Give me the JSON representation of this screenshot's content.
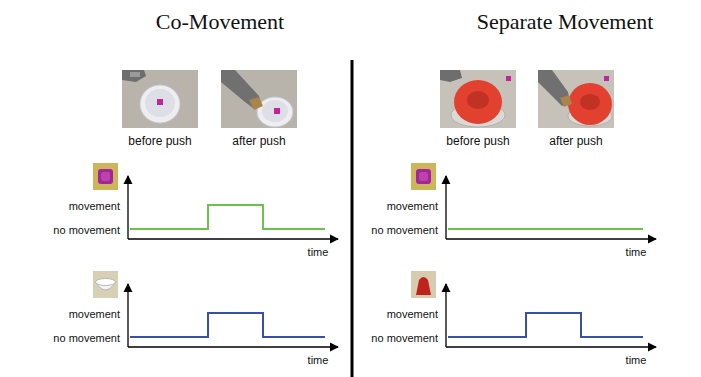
{
  "diagram": {
    "labels": [
      "Co-Movement",
      "Separate Movement",
      "before push",
      "after push",
      "before push",
      "after push",
      "movement",
      "no movement",
      "time",
      "movement",
      "no movement",
      "time",
      "movement",
      "no movement",
      "time",
      "movement",
      "no movement",
      "time"
    ]
  }
}
